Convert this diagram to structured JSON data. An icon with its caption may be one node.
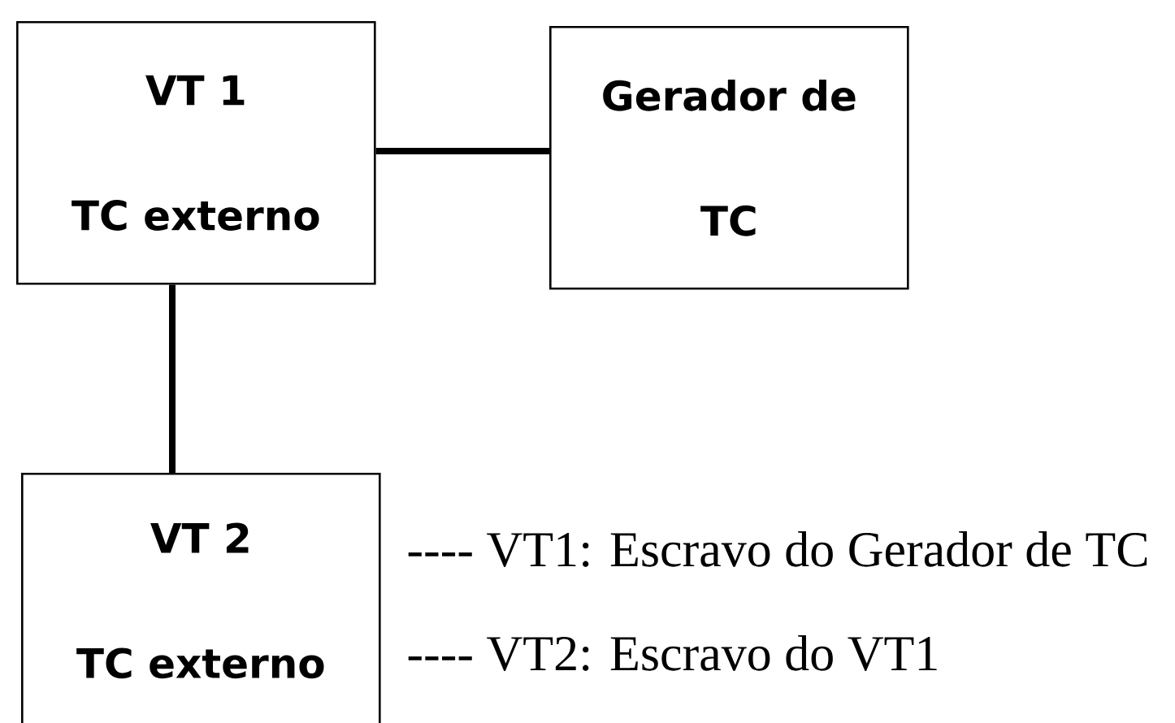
{
  "diagram": {
    "nodes": [
      {
        "text": [
          "VT 1",
          "TC externo"
        ]
      },
      {
        "text": [
          "Gerador de TC"
        ]
      },
      {
        "text": [
          "VT 2",
          "TC externo"
        ]
      }
    ],
    "edges": [
      {
        "from": 0,
        "to": 1,
        "arrow": "none"
      },
      {
        "from": 0,
        "to": 2,
        "arrow": "none"
      }
    ],
    "labels": [
      "---- VT1: Escravo do Gerador de TC",
      "---- VT2: Escravo do VT1"
    ]
  }
}
